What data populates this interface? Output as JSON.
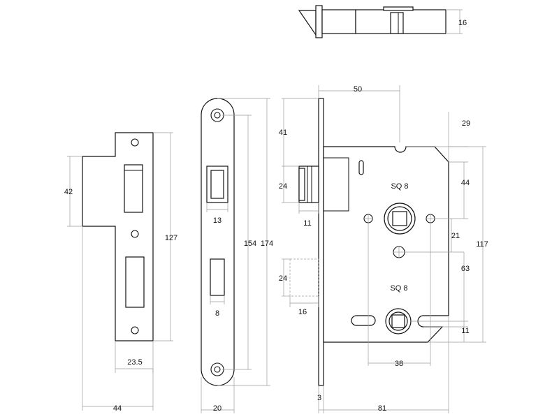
{
  "dimensions": {
    "d16": "16",
    "d42": "42",
    "d127": "127",
    "d23_5": "23.5",
    "d44": "44",
    "d13": "13",
    "d8": "8",
    "d154": "154",
    "d174": "174",
    "d20": "20",
    "d50": "50",
    "d29": "29",
    "d41": "41",
    "d24a": "24",
    "d11a": "11",
    "d44b": "44",
    "d117": "117",
    "d21": "21",
    "d63": "63",
    "d24b": "24",
    "d16b": "16",
    "d11b": "11",
    "d38": "38",
    "d3": "3",
    "d81": "81"
  },
  "labels": {
    "sq_top": "SQ 8",
    "sq_bottom": "SQ 8"
  },
  "colors": {
    "outline": "#111111",
    "dimension_line": "#9a9a9a",
    "background": "#ffffff"
  }
}
